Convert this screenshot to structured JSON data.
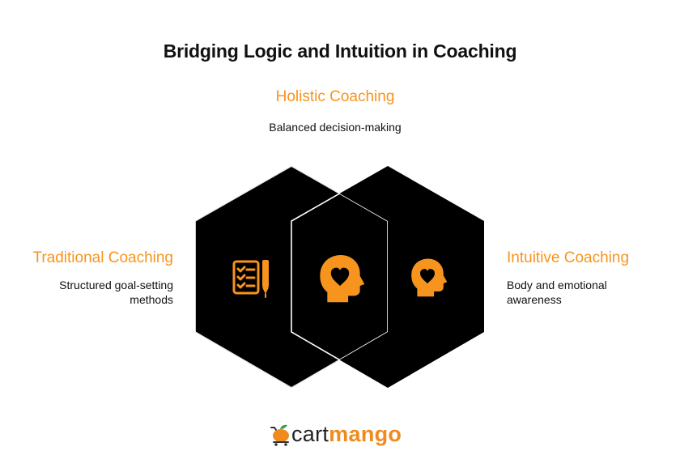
{
  "title": "Bridging Logic and Intuition in Coaching",
  "accent_color": "#f7941d",
  "hexagon_color": "#000000",
  "overlap_outline_color": "#ffffff",
  "holistic": {
    "title": "Holistic Coaching",
    "description": "Balanced decision-making",
    "icon": "head-heart-icon"
  },
  "traditional": {
    "title": "Traditional Coaching",
    "description_line1": "Structured goal-setting",
    "description_line2": "methods",
    "icon": "checklist-pen-icon"
  },
  "intuitive": {
    "title": "Intuitive Coaching",
    "description_line1": "Body and emotional",
    "description_line2": "awareness",
    "icon": "head-heart-icon"
  },
  "logo": {
    "part1": "cart",
    "part2": "mango",
    "icon": "mango-cart-icon",
    "brand_color": "#f08a1c"
  }
}
